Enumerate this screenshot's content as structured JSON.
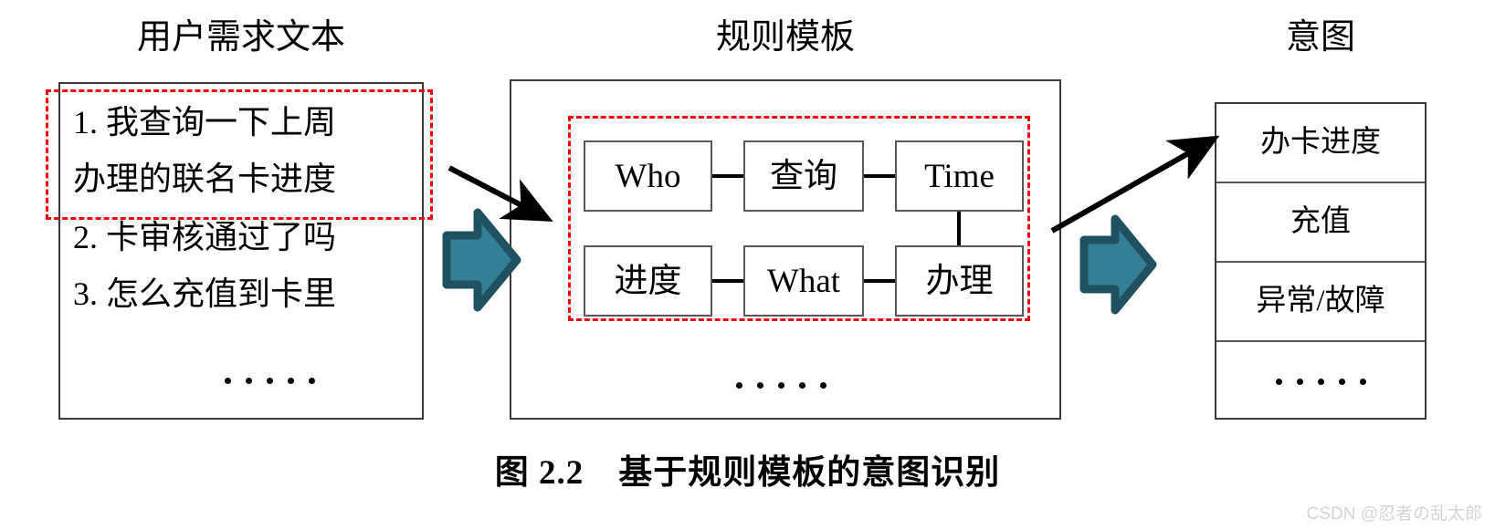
{
  "figure": {
    "caption": "图 2.2　基于规则模板的意图识别",
    "watermark": "CSDN @忍者の乱太郎",
    "ellipsis_dots": 5
  },
  "colors": {
    "highlight_red": "#fb0007",
    "arrow_teal_fill": "#337f96",
    "arrow_teal_stroke": "#1f5160",
    "box_border": "#3a3a3a",
    "node_border": "#595959",
    "connector_black": "#000000",
    "watermark_gray": "#d4d4d4"
  },
  "left_panel": {
    "title": "用户需求文本",
    "items": [
      "1. 我查询一下上周",
      "办理的联名卡进度",
      "2. 卡审核通过了吗",
      "3. 怎么充值到卡里"
    ],
    "highlighted_items": [
      "1. 我查询一下上周",
      "办理的联名卡进度"
    ]
  },
  "middle_panel": {
    "title": "规则模板",
    "nodes": {
      "top_row": [
        "Who",
        "查询",
        "Time"
      ],
      "bottom_row": [
        "进度",
        "What",
        "办理"
      ]
    },
    "connections": [
      "Who - 查询",
      "查询 - Time",
      "Time - 办理",
      "进度 - What",
      "What - 办理"
    ]
  },
  "right_panel": {
    "title": "意图",
    "rows": [
      "办卡进度",
      "充值",
      "异常/故障",
      ""
    ]
  },
  "flow_arrows": [
    {
      "name": "text-to-template",
      "style": "black-line-arrow"
    },
    {
      "name": "template-to-intent",
      "style": "black-line-arrow"
    },
    {
      "name": "stage-1-block-arrow",
      "style": "teal-block-arrow"
    },
    {
      "name": "stage-2-block-arrow",
      "style": "teal-block-arrow"
    }
  ]
}
